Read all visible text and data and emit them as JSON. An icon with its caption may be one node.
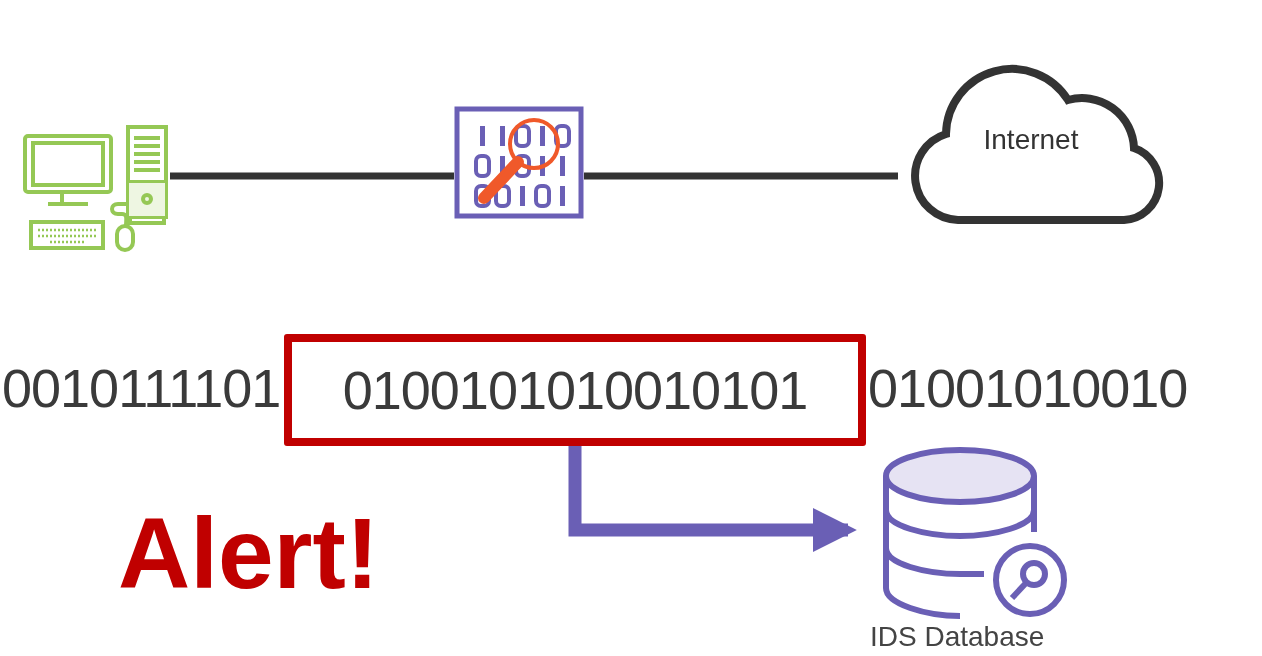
{
  "diagram": {
    "nodes": [
      {
        "text": [],
        "shape": "picture"
      },
      {
        "text": [],
        "shape": "picture"
      },
      {
        "text": [
          "Internet"
        ]
      },
      {
        "text": [
          "0100101010010101"
        ]
      },
      {
        "text": [],
        "shape": "cylinder",
        "beside": [
          "IDS Database"
        ]
      }
    ],
    "edges": [
      {
        "from": 0,
        "to": 1,
        "arrow": "none"
      },
      {
        "from": 1,
        "to": 2,
        "arrow": "none"
      },
      {
        "from": 3,
        "to": 4,
        "arrow": "to",
        "style": "thick",
        "color": "#6a5fb5"
      }
    ],
    "labels": [
      "0010111101",
      "01001010010",
      "Alert!"
    ]
  }
}
